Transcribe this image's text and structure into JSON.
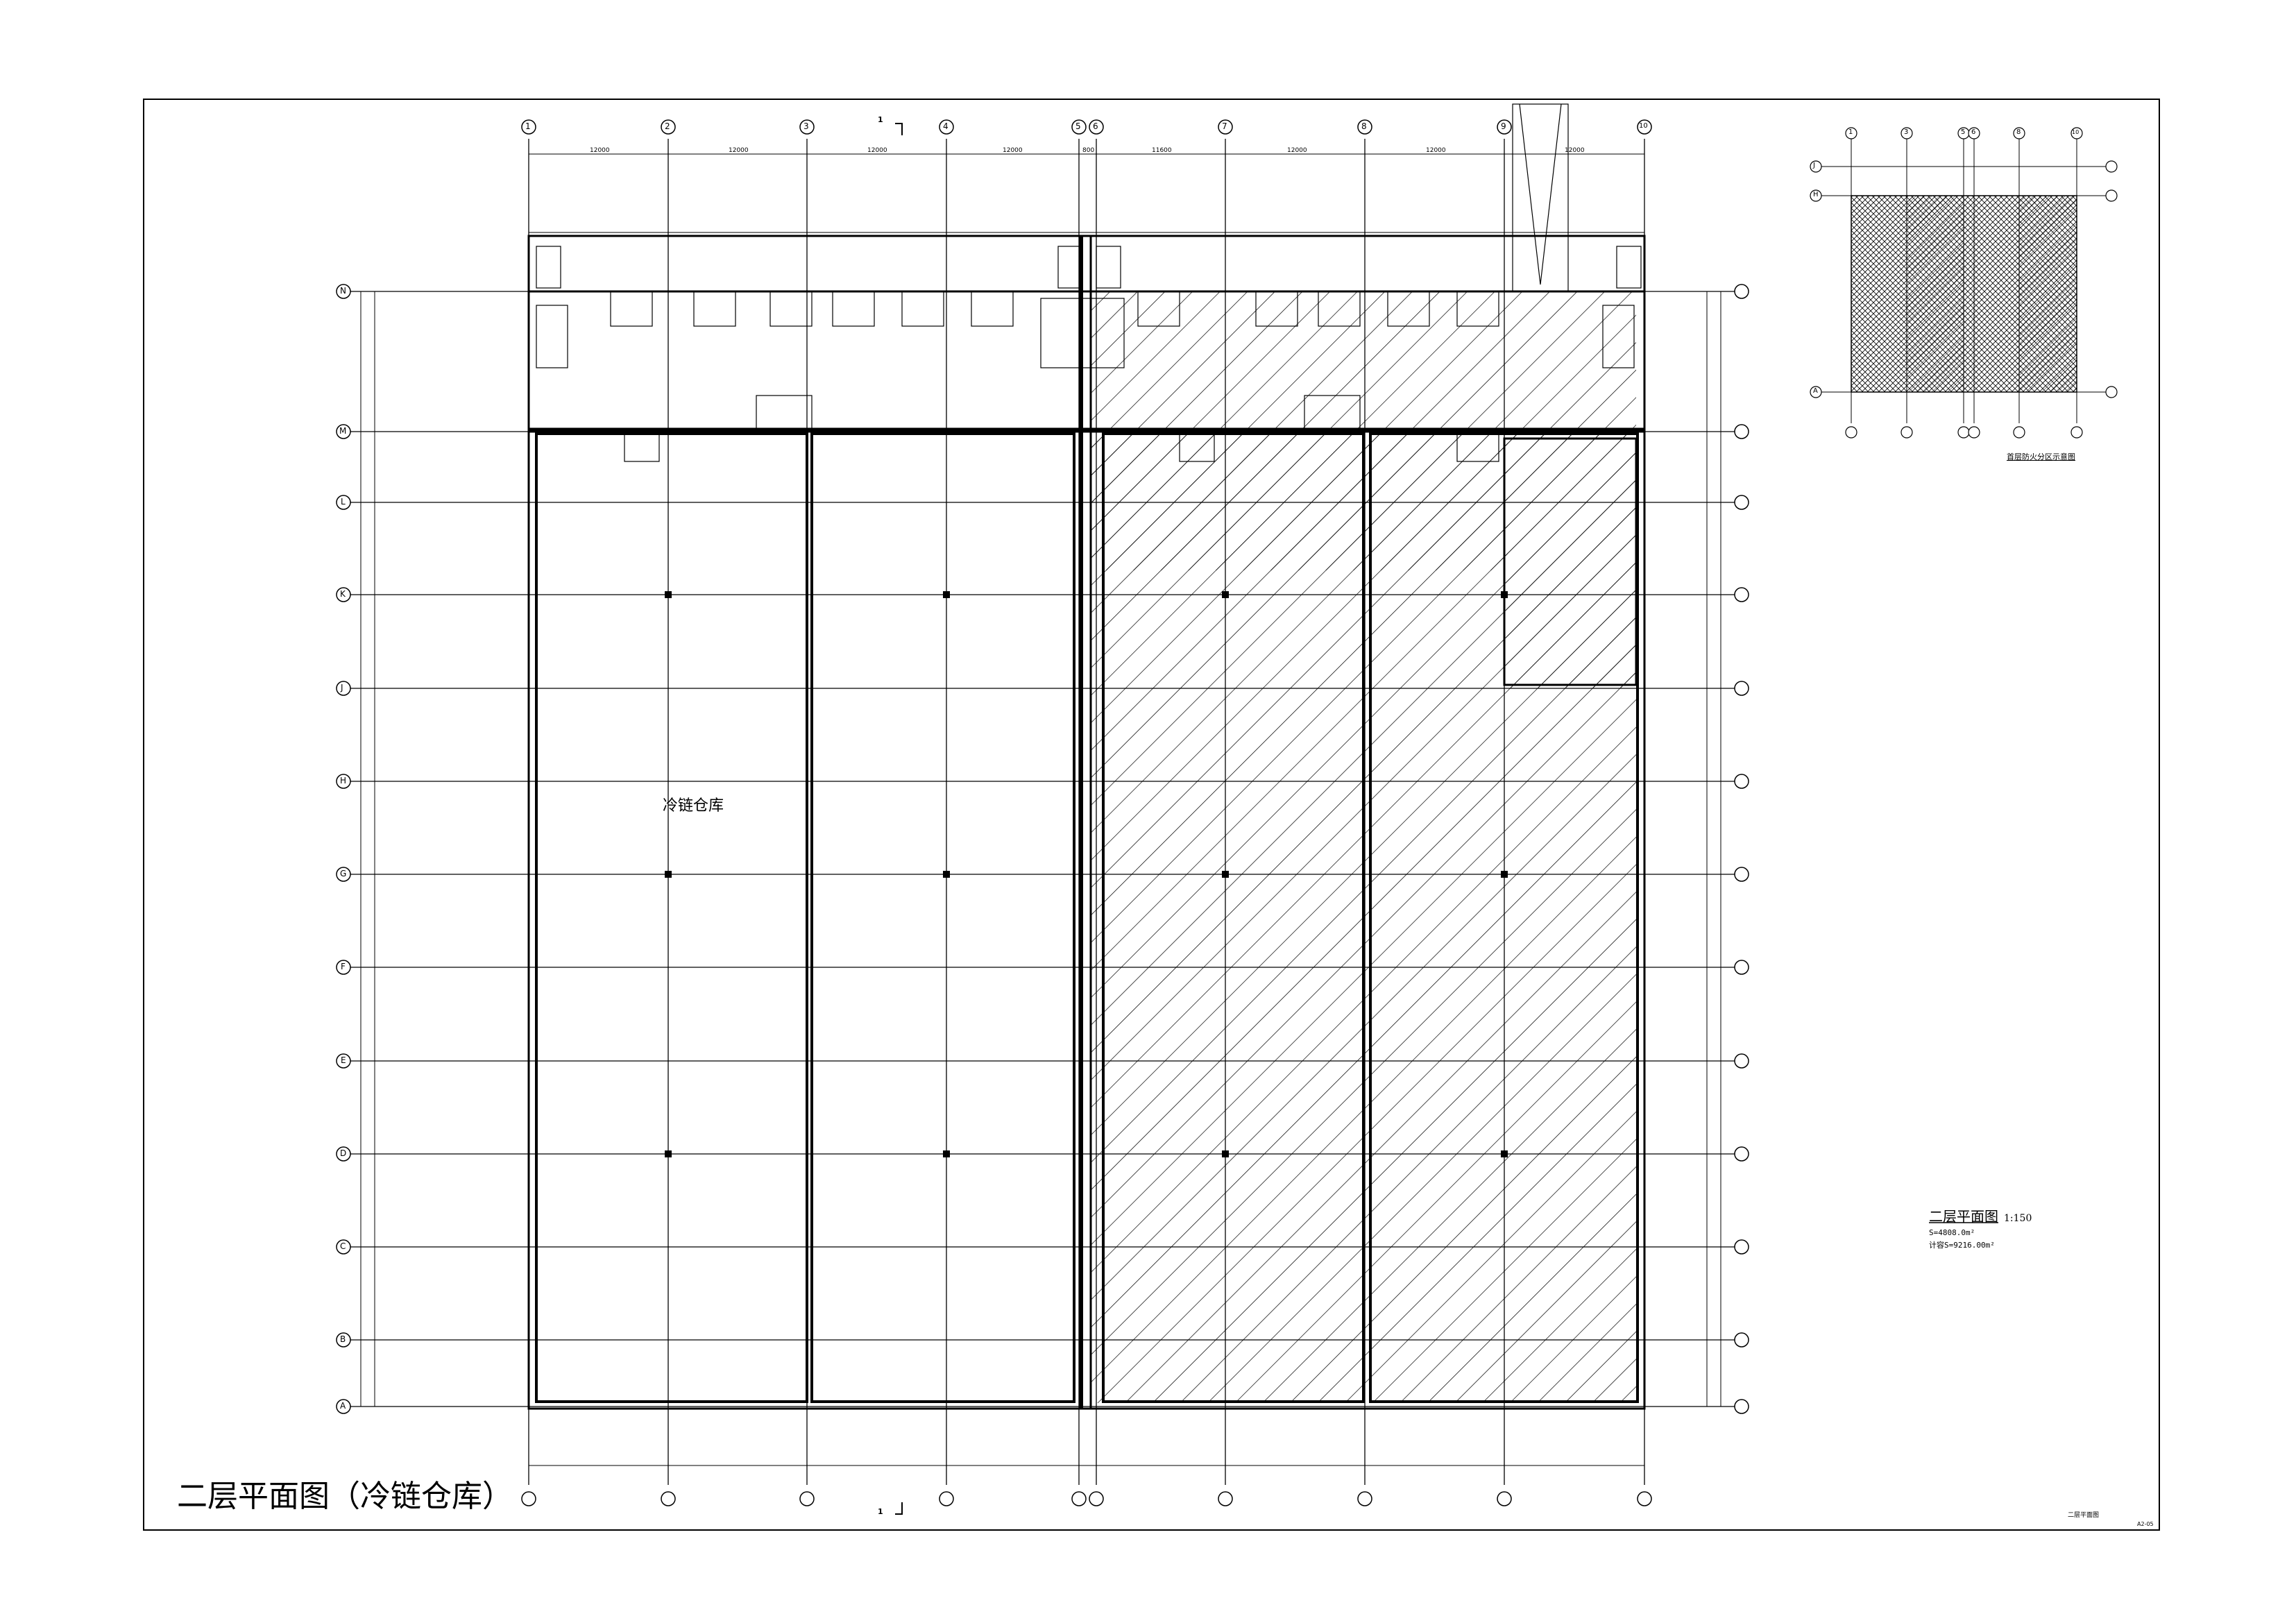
{
  "drawing": {
    "title": "二层平面图（冷链仓库）",
    "room_label": "冷链仓库",
    "scale_title": "二层平面图",
    "scale": "1:150",
    "area_line_1": "S=4808.0m²",
    "area_line_2": "计容S=9216.00m²",
    "inset_title": "首层防火分区示意图",
    "sheet_name": "二层平面图",
    "sheet_number": "A2-05",
    "section_mark": "1"
  },
  "grid": {
    "vertical_labels": [
      "1",
      "2",
      "3",
      "4",
      "5",
      "6",
      "7",
      "8",
      "9",
      "10"
    ],
    "horizontal_labels": [
      "N",
      "M",
      "L",
      "K",
      "J",
      "H",
      "G",
      "F",
      "E",
      "D",
      "C",
      "B",
      "A"
    ],
    "spacing_labels": [
      "12000",
      "12000",
      "12000",
      "12000",
      "800",
      "11600",
      "12000",
      "12000",
      "12000"
    ],
    "inset_vertical_labels": [
      "1",
      "3",
      "5",
      "6",
      "8",
      "10"
    ],
    "inset_horizontal_labels": [
      "J",
      "H",
      "A"
    ]
  },
  "colors": {
    "line": "#000000",
    "background": "#ffffff"
  }
}
